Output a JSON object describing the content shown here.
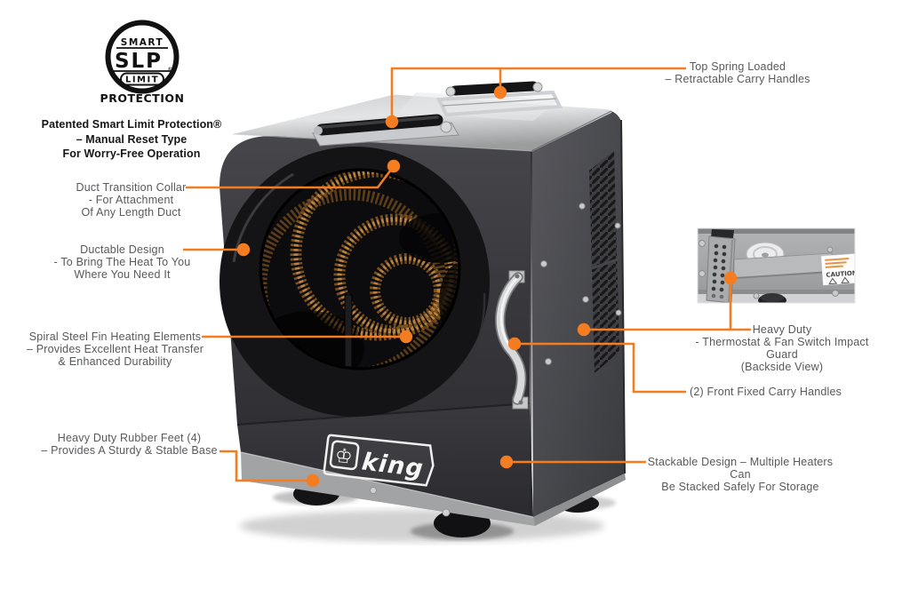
{
  "accent_color": "#f47c21",
  "logo": {
    "smart": "SMART",
    "slp": "SLP",
    "limit": "LIMIT",
    "registered": "®",
    "protection": "PROTECTION"
  },
  "headline": {
    "line1": "Patented Smart Limit Protection®",
    "line2": "– Manual Reset Type",
    "line3": "For Worry-Free Operation"
  },
  "callouts": {
    "top_handles": {
      "line1": "Top Spring Loaded",
      "line2": "– Retractable Carry Handles"
    },
    "duct_collar": {
      "line1": "Duct Transition Collar",
      "line2": "- For Attachment",
      "line3": "Of Any Length Duct"
    },
    "ductable_design": {
      "line1": "Ductable Design",
      "line2": "- To Bring The Heat To You",
      "line3": "Where You Need It"
    },
    "heating_elements": {
      "line1": "Spiral Steel Fin Heating Elements",
      "line2": "– Provides Excellent Heat Transfer",
      "line3": "& Enhanced Durability"
    },
    "rubber_feet": {
      "line1": "Heavy Duty Rubber Feet (4)",
      "line2": "– Provides A Sturdy & Stable Base"
    },
    "impact_guard": {
      "line1": "Heavy Duty",
      "line2": "- Thermostat & Fan Switch Impact Guard",
      "line3": "(Backside View)"
    },
    "front_handles": {
      "line1": "(2) Front Fixed Carry Handles"
    },
    "stackable": {
      "line1": "Stackable Design – Multiple Heaters Can",
      "line2": "Be Stacked Safely For Storage"
    }
  },
  "product": {
    "brand": "king",
    "inset_caution": "CAUTION"
  }
}
